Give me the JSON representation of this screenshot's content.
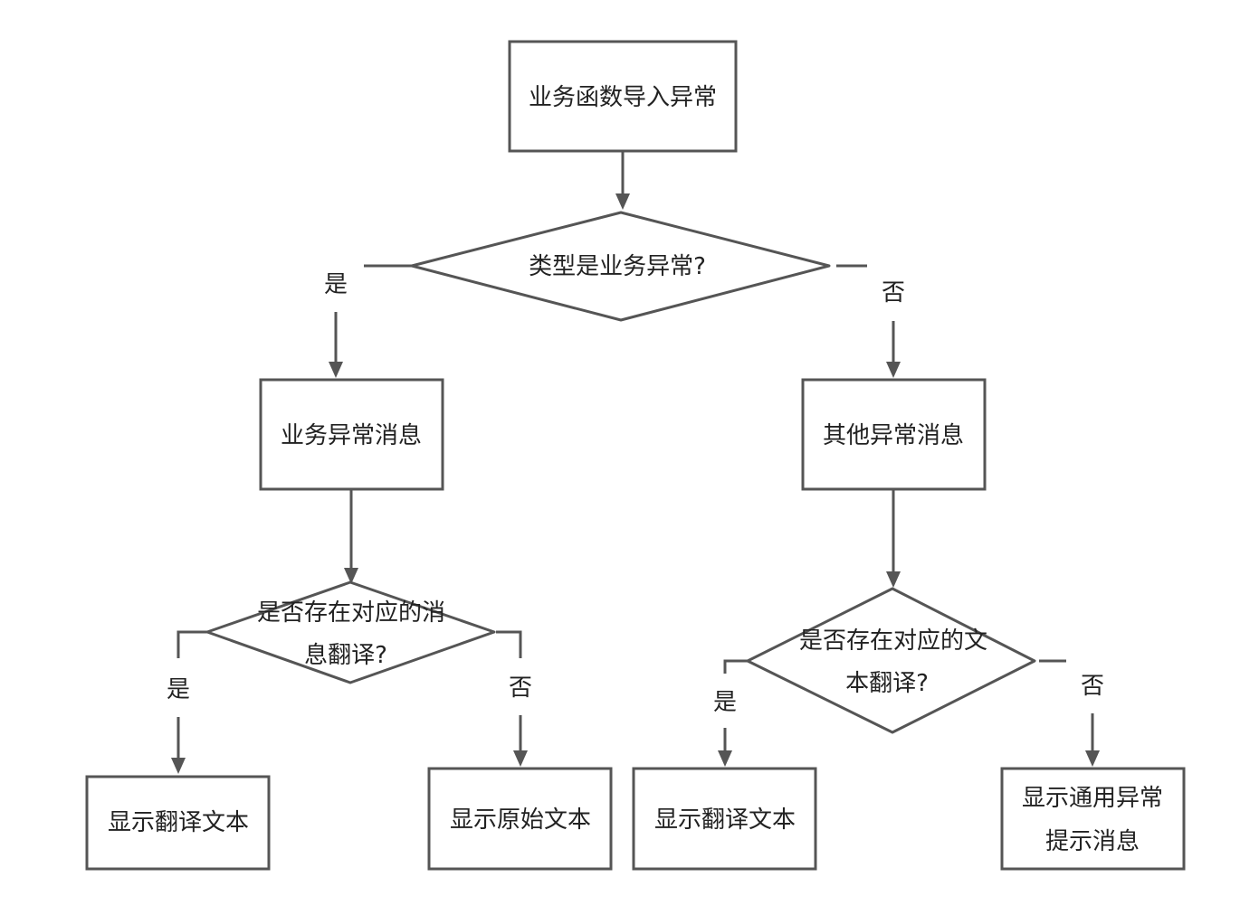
{
  "nodes": {
    "start": {
      "lines": [
        "业务函数导入异常"
      ]
    },
    "decision_type": {
      "lines": [
        "类型是业务异常?"
      ]
    },
    "business_msg": {
      "lines": [
        "业务异常消息"
      ]
    },
    "other_msg": {
      "lines": [
        "其他异常消息"
      ]
    },
    "decision_msg_translation": {
      "lines": [
        "是否存在对应的消",
        "息翻译?"
      ]
    },
    "decision_text_translation": {
      "lines": [
        "是否存在对应的文",
        "本翻译?"
      ]
    },
    "show_translated_1": {
      "lines": [
        "显示翻译文本"
      ]
    },
    "show_original": {
      "lines": [
        "显示原始文本"
      ]
    },
    "show_translated_2": {
      "lines": [
        "显示翻译文本"
      ]
    },
    "show_generic": {
      "lines": [
        "显示通用异常",
        "提示消息"
      ]
    }
  },
  "edge_labels": {
    "type_yes": "是",
    "type_no": "否",
    "msg_yes": "是",
    "msg_no": "否",
    "text_yes": "是",
    "text_no": "否"
  },
  "colors": {
    "stroke": "#555555",
    "text": "#222222",
    "fill": "#ffffff"
  }
}
